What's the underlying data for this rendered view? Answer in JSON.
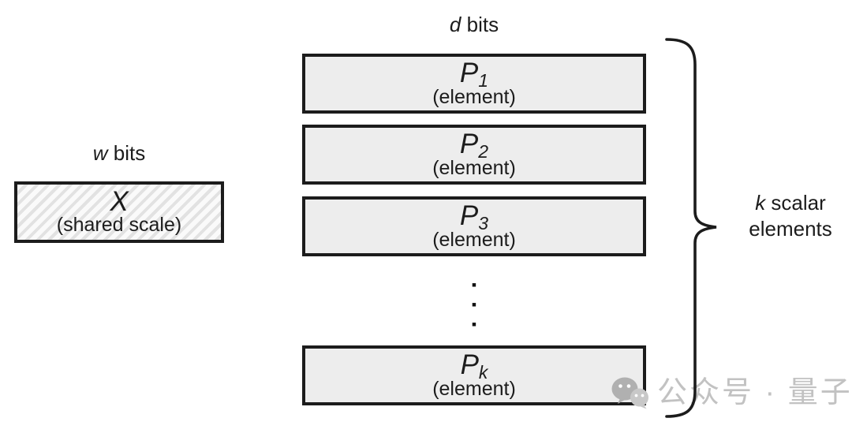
{
  "colors": {
    "ink": "#1c1c1c",
    "box_fill": "#ededed",
    "box_border": "#1c1c1c",
    "hatch_stripe": "#e2e2e2",
    "watermark_text": "#c2c2c2",
    "background": "#ffffff"
  },
  "diagram": {
    "d_label": {
      "var": "d",
      "rest": " bits"
    },
    "w_label": {
      "var": "w",
      "rest": " bits"
    },
    "scale_box": {
      "symbol": "X",
      "caption": "(shared scale)"
    },
    "element_boxes": [
      {
        "symbol": "P",
        "sub": "1",
        "caption": "(element)"
      },
      {
        "symbol": "P",
        "sub": "2",
        "caption": "(element)"
      },
      {
        "symbol": "P",
        "sub": "3",
        "caption": "(element)"
      },
      {
        "symbol": "P",
        "sub": "k",
        "caption": "(element)"
      }
    ],
    "ellipsis_dot": "▪",
    "brace_label": {
      "var": "k",
      "line1_rest": " scalar",
      "line2": "elements"
    }
  },
  "watermark": {
    "text": "公众号 · 量子位",
    "icon": "wechat-logo"
  }
}
